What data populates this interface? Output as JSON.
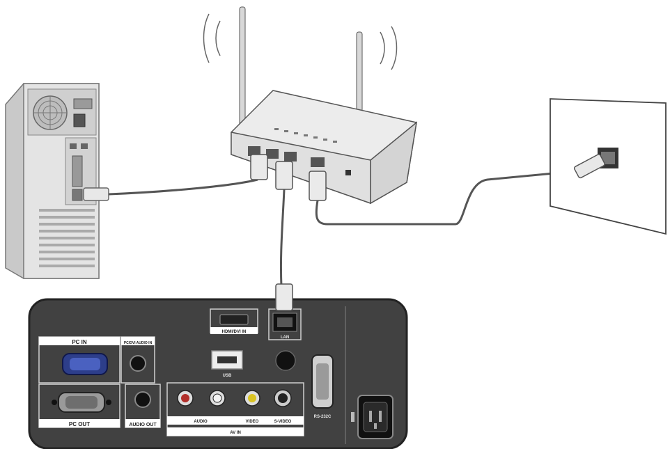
{
  "panel_labels": {
    "pc_in": "PC IN",
    "pc_dvi_audio_in": "PC/DVI AUDIO IN",
    "hdmi_dvi_in": "HDMI/DVI IN",
    "lan": "LAN",
    "usb": "USB",
    "pc_out": "PC OUT",
    "audio_out": "AUDIO OUT",
    "audio": "AUDIO",
    "video": "VIDEO",
    "s_video": "S-VIDEO",
    "av_in": "AV IN",
    "rs232c": "RS-232C"
  },
  "colors": {
    "panel": "#414141",
    "cable": "#555555",
    "audio_red": "#b2302b",
    "video_yellow": "#d9c323"
  }
}
